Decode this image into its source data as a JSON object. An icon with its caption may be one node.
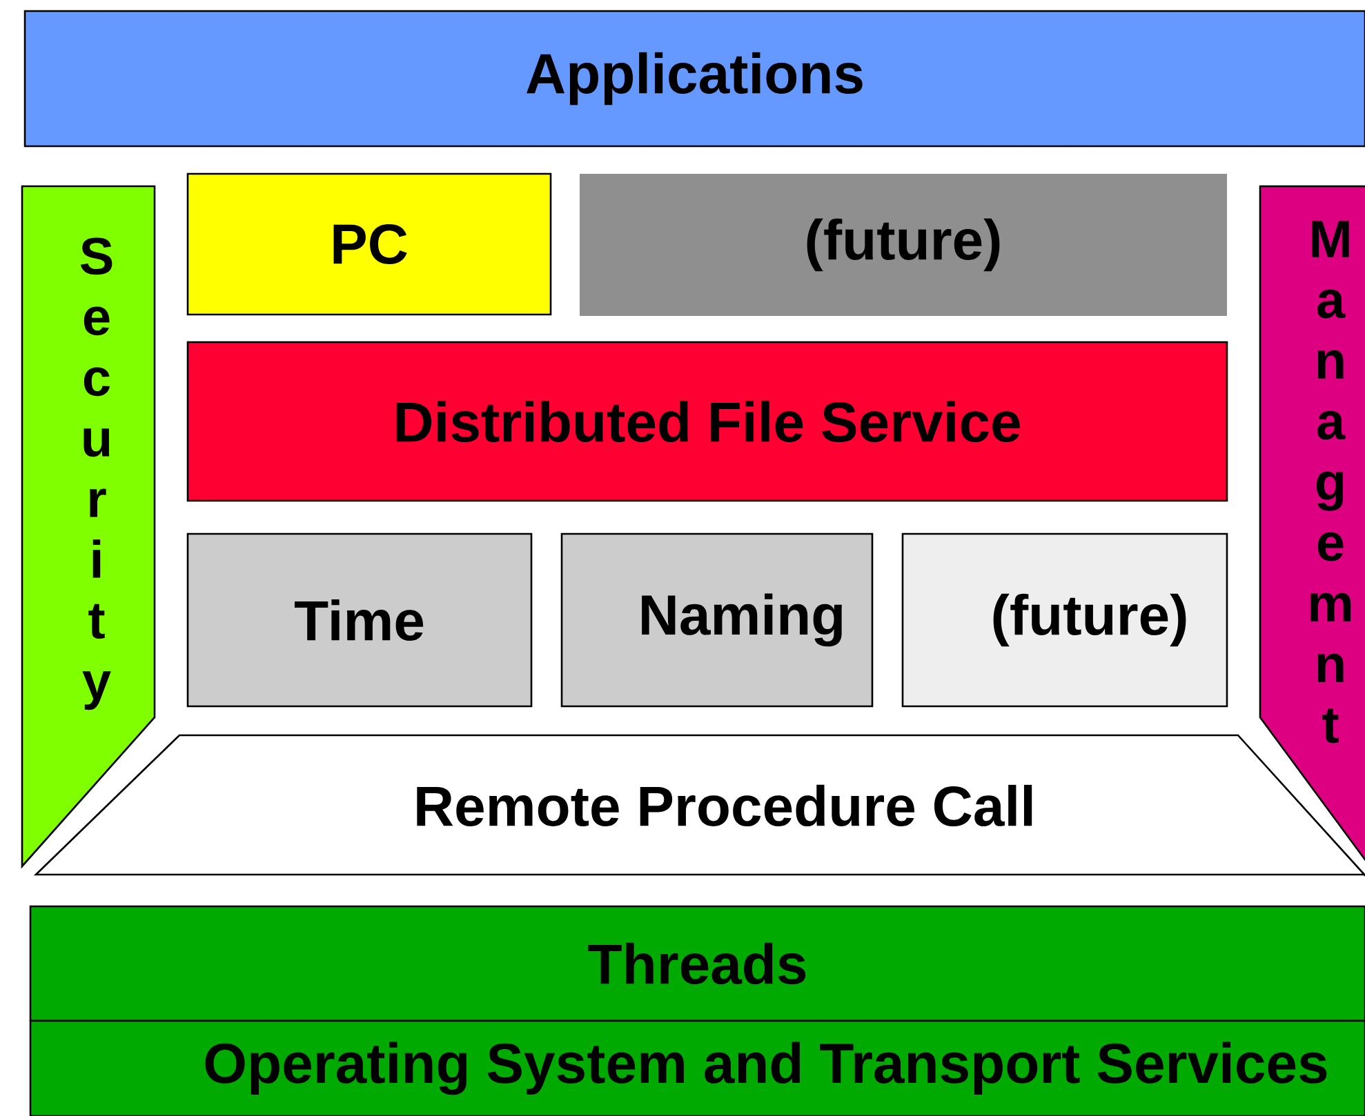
{
  "diagram": {
    "nodes": [
      {
        "text": [
          "Applications"
        ]
      },
      {
        "text": [
          "Security"
        ]
      },
      {
        "text": [
          "PC"
        ]
      },
      {
        "text": [
          "(future)"
        ]
      },
      {
        "text": [
          "Distributed File Service"
        ]
      },
      {
        "text": [
          "Time"
        ]
      },
      {
        "text": [
          "Naming"
        ]
      },
      {
        "text": [
          "(future)"
        ]
      },
      {
        "text": [
          "Managemnt"
        ]
      },
      {
        "text": [
          "Remote Procedure Call"
        ]
      },
      {
        "text": [
          "Threads"
        ]
      },
      {
        "text": [
          "Operating System and Transport Services"
        ]
      }
    ]
  }
}
